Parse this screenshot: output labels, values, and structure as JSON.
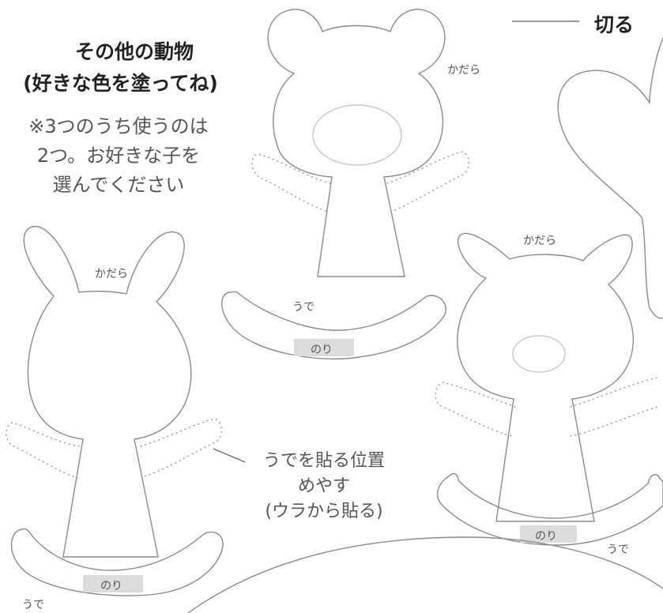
{
  "title": {
    "line1": "その他の動物",
    "line2": "(好きな色を塗ってね)"
  },
  "note": {
    "line1": "※3つのうち使うのは",
    "line2": "2つ。お好きな子を",
    "line3": "選んでください"
  },
  "legend": {
    "cut_label": "切る"
  },
  "labels": {
    "body": "かだら",
    "arm": "うで",
    "glue": "のり"
  },
  "annotation": {
    "line1": "うでを貼る位置",
    "line2": "めやす",
    "line3": "(ウラから貼る)"
  },
  "colors": {
    "outline": "#8a8a8a",
    "glue_band": "#dcdcdc",
    "muzzle": "#c8c8c8",
    "dotted": "#999999"
  }
}
